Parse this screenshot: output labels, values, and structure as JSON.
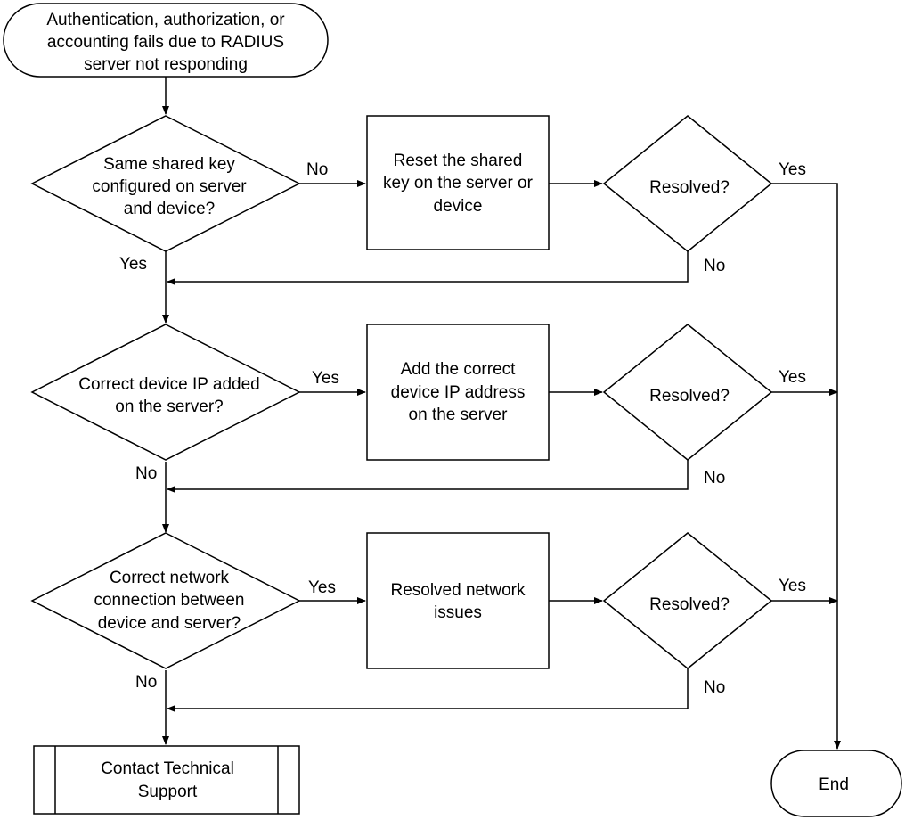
{
  "flowchart": {
    "start": {
      "lines": [
        "Authentication, authorization, or",
        "accounting fails due to RADIUS",
        "server not responding"
      ]
    },
    "decision1": {
      "lines": [
        "Same shared key",
        "configured on server",
        "and device?"
      ]
    },
    "action1": {
      "lines": [
        "Reset the shared",
        "key on the server or",
        "device"
      ]
    },
    "resolved1": {
      "label": "Resolved?"
    },
    "decision2": {
      "lines": [
        "Correct device IP added",
        "on the server?"
      ]
    },
    "action2": {
      "lines": [
        "Add the correct",
        "device IP address",
        "on the server"
      ]
    },
    "resolved2": {
      "label": "Resolved?"
    },
    "decision3": {
      "lines": [
        "Correct network",
        "connection between",
        "device and server?"
      ]
    },
    "action3": {
      "lines": [
        "Resolved network",
        "issues"
      ]
    },
    "resolved3": {
      "label": "Resolved?"
    },
    "contact": {
      "lines": [
        "Contact Technical",
        "Support"
      ]
    },
    "end": {
      "label": "End"
    },
    "edge_labels": {
      "d1_no": "No",
      "d1_yes": "Yes",
      "r1_yes": "Yes",
      "r1_no": "No",
      "d2_yes": "Yes",
      "d2_no": "No",
      "r2_yes": "Yes",
      "r2_no": "No",
      "d3_yes": "Yes",
      "d3_no": "No",
      "r3_yes": "Yes",
      "r3_no": "No"
    }
  }
}
